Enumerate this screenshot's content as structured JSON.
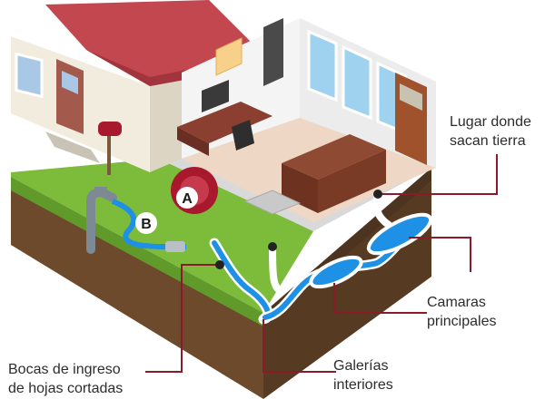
{
  "markers": {
    "a": "A",
    "b": "B"
  },
  "callouts": {
    "soil_removal": [
      "Lugar donde",
      "sacan tierra"
    ],
    "main_chambers": [
      "Camaras",
      "principales"
    ],
    "inner_galleries": [
      "Galerías",
      "interiores"
    ],
    "leaf_entrances": [
      "Bocas de ingreso",
      "de hojas cortadas"
    ]
  },
  "colors": {
    "tunnel": "#1e90e6",
    "callout_line": "#8b1a2b",
    "grass": "#7dbb3a",
    "soil": "#6e4a2c",
    "roof": "#c2474f",
    "hose": "#a8192e"
  }
}
